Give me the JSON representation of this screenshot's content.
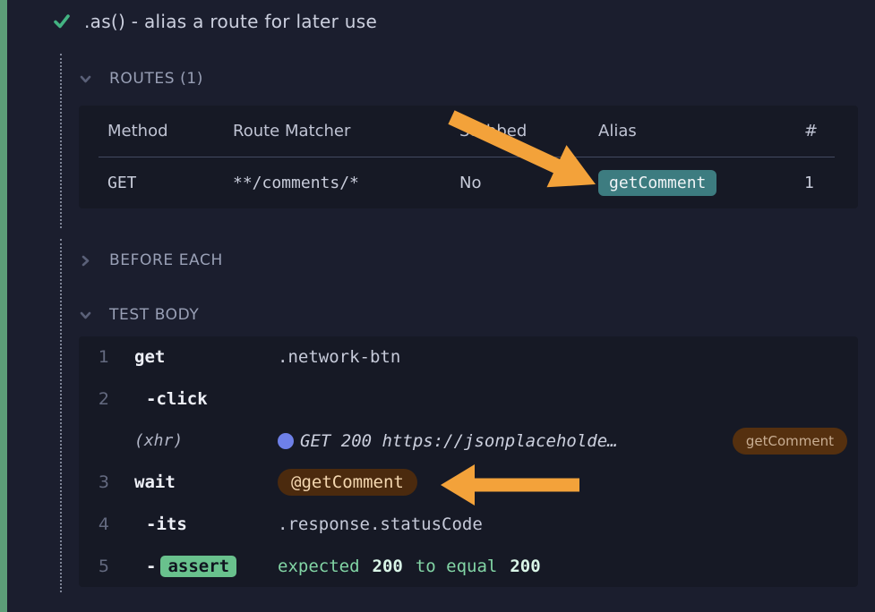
{
  "test": {
    "title": ".as() - alias a route for later use"
  },
  "sections": {
    "routes": {
      "label": "ROUTES (1)",
      "state": "expanded"
    },
    "before_each": {
      "label": "BEFORE EACH",
      "state": "collapsed"
    },
    "test_body": {
      "label": "TEST BODY",
      "state": "expanded"
    }
  },
  "routes_table": {
    "headers": {
      "method": "Method",
      "matcher": "Route Matcher",
      "stubbed": "Stubbed",
      "alias": "Alias",
      "count": "#"
    },
    "row": {
      "method": "GET",
      "matcher": "**/comments/*",
      "stubbed": "No",
      "alias": "getComment",
      "count": "1"
    }
  },
  "commands": {
    "get": {
      "number": "1",
      "name": "get",
      "message": ".network-btn"
    },
    "click": {
      "number": "2",
      "prefix": "-",
      "name": "click"
    },
    "xhr": {
      "label": "(xhr)",
      "message": "GET 200 https://jsonplaceholde…",
      "badge": "getComment"
    },
    "wait": {
      "number": "3",
      "name": "wait",
      "badge": "@getComment"
    },
    "its": {
      "number": "4",
      "prefix": "-",
      "name": "its",
      "message": ".response.statusCode"
    },
    "assert": {
      "number": "5",
      "prefix": "-",
      "badge": "assert",
      "expected_label": "expected",
      "actual_value": "200",
      "connector": "to equal",
      "expected_value": "200"
    }
  },
  "colors": {
    "pass_green": "#5c9e78",
    "check_green": "#43b382",
    "alias_teal": "#3d7c80",
    "annotation_orange": "#f3a23a",
    "xhr_blue": "#6e80e8",
    "assert_green": "#69c18d",
    "panel_bg": "#161925",
    "main_bg": "#1b1e2e"
  }
}
